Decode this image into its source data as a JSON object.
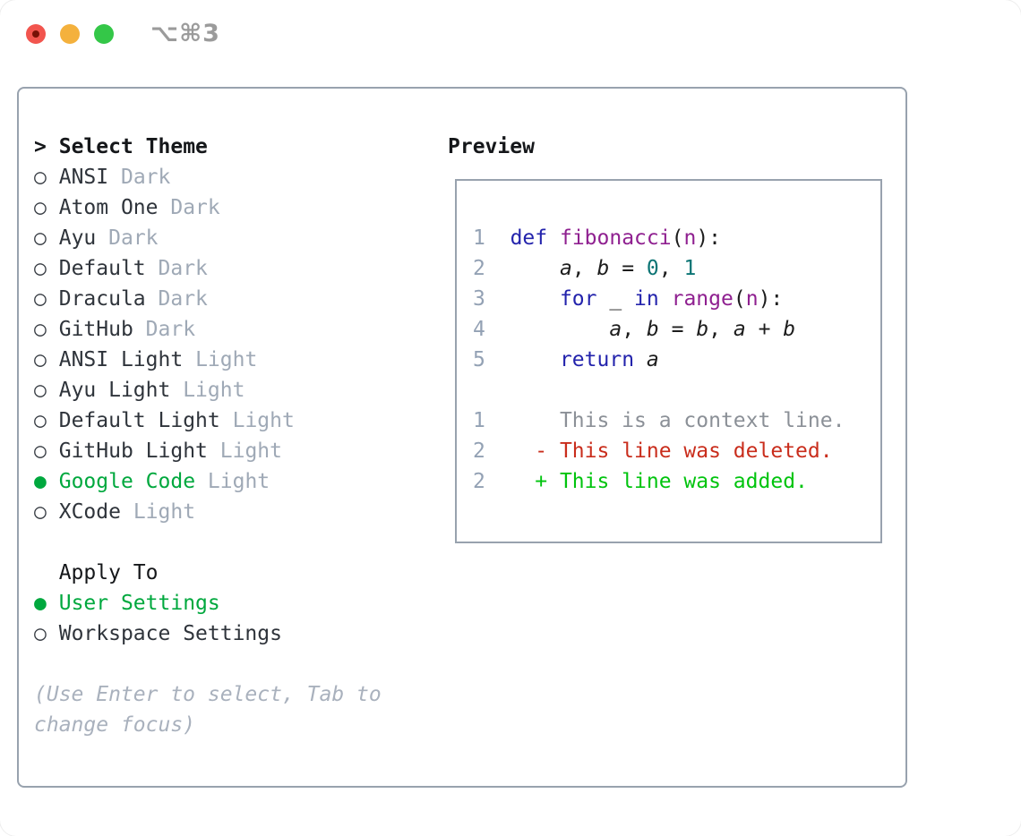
{
  "window": {
    "title": "⌥⌘3"
  },
  "theme_list": {
    "prompt": ">",
    "title": "Select Theme",
    "marker_selected": "●",
    "marker_unselected": "○",
    "items": [
      {
        "name": "ANSI",
        "variant": "Dark",
        "selected": false
      },
      {
        "name": "Atom One",
        "variant": "Dark",
        "selected": false
      },
      {
        "name": "Ayu",
        "variant": "Dark",
        "selected": false
      },
      {
        "name": "Default",
        "variant": "Dark",
        "selected": false
      },
      {
        "name": "Dracula",
        "variant": "Dark",
        "selected": false
      },
      {
        "name": "GitHub",
        "variant": "Dark",
        "selected": false
      },
      {
        "name": "ANSI Light",
        "variant": "Light",
        "selected": false
      },
      {
        "name": "Ayu Light",
        "variant": "Light",
        "selected": false
      },
      {
        "name": "Default Light",
        "variant": "Light",
        "selected": false
      },
      {
        "name": "GitHub Light",
        "variant": "Light",
        "selected": false
      },
      {
        "name": "Google Code",
        "variant": "Light",
        "selected": true
      },
      {
        "name": "XCode",
        "variant": "Light",
        "selected": false
      }
    ]
  },
  "apply_to": {
    "title": "Apply To",
    "items": [
      {
        "name": "User Settings",
        "selected": true
      },
      {
        "name": "Workspace Settings",
        "selected": false
      }
    ]
  },
  "hint": {
    "line1": "(Use Enter to select, Tab to",
    "line2": "change focus)"
  },
  "preview": {
    "title": "Preview",
    "code_lines": [
      {
        "num": "1",
        "tokens": [
          {
            "t": "def",
            "c": "kw"
          },
          {
            "t": " ",
            "c": "pl"
          },
          {
            "t": "fibonacci",
            "c": "fn"
          },
          {
            "t": "(",
            "c": "pl"
          },
          {
            "t": "n",
            "c": "fn"
          },
          {
            "t": "):",
            "c": "pl"
          }
        ]
      },
      {
        "num": "2",
        "tokens": [
          {
            "t": "    ",
            "c": "pl"
          },
          {
            "t": "a",
            "c": "id"
          },
          {
            "t": ", ",
            "c": "pl"
          },
          {
            "t": "b",
            "c": "id"
          },
          {
            "t": " = ",
            "c": "pl"
          },
          {
            "t": "0",
            "c": "num"
          },
          {
            "t": ", ",
            "c": "pl"
          },
          {
            "t": "1",
            "c": "num"
          }
        ]
      },
      {
        "num": "3",
        "tokens": [
          {
            "t": "    ",
            "c": "pl"
          },
          {
            "t": "for",
            "c": "kw"
          },
          {
            "t": " _ ",
            "c": "pl"
          },
          {
            "t": "in",
            "c": "kw"
          },
          {
            "t": " ",
            "c": "pl"
          },
          {
            "t": "range",
            "c": "fn"
          },
          {
            "t": "(",
            "c": "pl"
          },
          {
            "t": "n",
            "c": "fn"
          },
          {
            "t": "):",
            "c": "pl"
          }
        ]
      },
      {
        "num": "4",
        "tokens": [
          {
            "t": "        ",
            "c": "pl"
          },
          {
            "t": "a",
            "c": "id"
          },
          {
            "t": ", ",
            "c": "pl"
          },
          {
            "t": "b",
            "c": "id"
          },
          {
            "t": " = ",
            "c": "pl"
          },
          {
            "t": "b",
            "c": "id"
          },
          {
            "t": ", ",
            "c": "pl"
          },
          {
            "t": "a",
            "c": "id"
          },
          {
            "t": " + ",
            "c": "pl"
          },
          {
            "t": "b",
            "c": "id"
          }
        ]
      },
      {
        "num": "5",
        "tokens": [
          {
            "t": "    ",
            "c": "pl"
          },
          {
            "t": "return",
            "c": "kw"
          },
          {
            "t": " ",
            "c": "pl"
          },
          {
            "t": "a",
            "c": "id"
          }
        ]
      }
    ],
    "diff_lines": [
      {
        "num": "1",
        "text": "    This is a context line.",
        "kind": "context"
      },
      {
        "num": "2",
        "text": "  - This line was deleted.",
        "kind": "deleted"
      },
      {
        "num": "2",
        "text": "  + This line was added.",
        "kind": "added"
      }
    ],
    "colors": {
      "keyword_blue": "#2323ac",
      "function_purple": "#8f2090",
      "number_teal": "#0b7474",
      "code_black": "#1d1d1d",
      "line_number_gray": "#93a1b4",
      "context_gray": "#8b9097",
      "deleted_red": "#c92d1c",
      "added_green": "#00c40e"
    }
  },
  "colors": {
    "selected_green": "#00a83e",
    "border_gray": "#98a2ae",
    "text_dark": "#2f343b",
    "header_black": "#15171a",
    "muted_gray": "#9fa9b6",
    "hint_gray": "#a9b1bd",
    "traffic_red": "#f2554e",
    "traffic_yellow": "#f4b13d",
    "traffic_green": "#34c748",
    "title_gray": "#9b9b9b"
  }
}
